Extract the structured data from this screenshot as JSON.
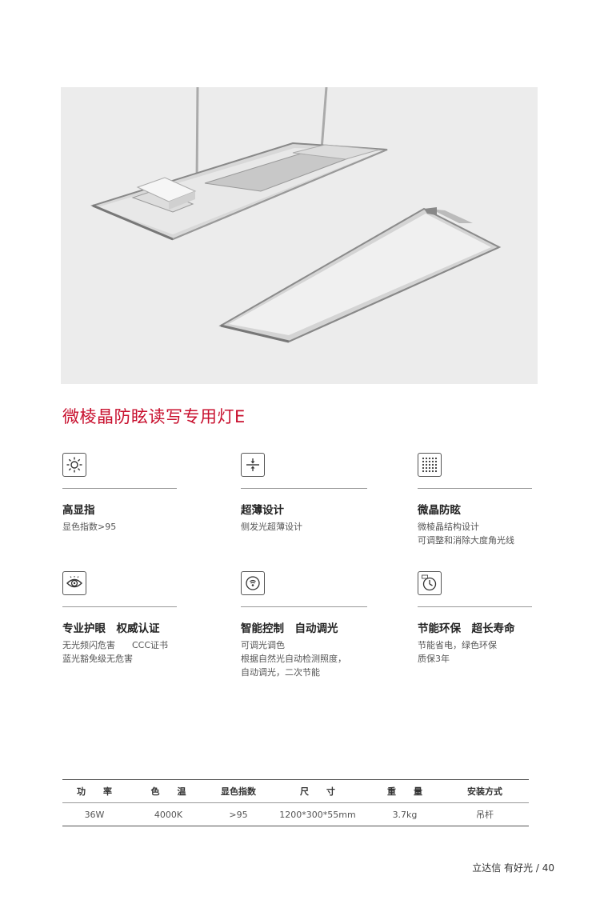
{
  "page_title": "微棱晶防眩读写专用灯E",
  "features": [
    {
      "icon": "sun-icon",
      "title": "高显指",
      "desc": [
        "显色指数>95"
      ]
    },
    {
      "icon": "thin-arrows-icon",
      "title": "超薄设计",
      "desc": [
        "侧发光超薄设计"
      ]
    },
    {
      "icon": "dot-grid-icon",
      "title": "微晶防眩",
      "desc": [
        "微棱晶结构设计",
        "可调整和消除大度角光线"
      ]
    },
    {
      "icon": "eye-icon",
      "title": "专业护眼　权威认证",
      "desc": [
        "无光频闪危害      CCC证书",
        "蓝光豁免级无危害"
      ]
    },
    {
      "icon": "sensor-icon",
      "title": "智能控制　自动调光",
      "desc": [
        "可调光调色",
        "根据自然光自动检测照度，",
        "自动调光，二次节能"
      ]
    },
    {
      "icon": "clock-icon",
      "title": "节能环保　超长寿命",
      "desc": [
        "节能省电，绿色环保",
        "质保3年"
      ]
    }
  ],
  "spec_table": {
    "headers": [
      "功　　率",
      "色　　温",
      "显色指数",
      "尺　　寸",
      "重　　量",
      "安装方式"
    ],
    "values": [
      "36W",
      "4000K",
      ">95",
      "1200*300*55mm",
      "3.7kg",
      "吊杆"
    ]
  },
  "footer": {
    "brand": "立达信  有好光",
    "page_number": "40"
  }
}
